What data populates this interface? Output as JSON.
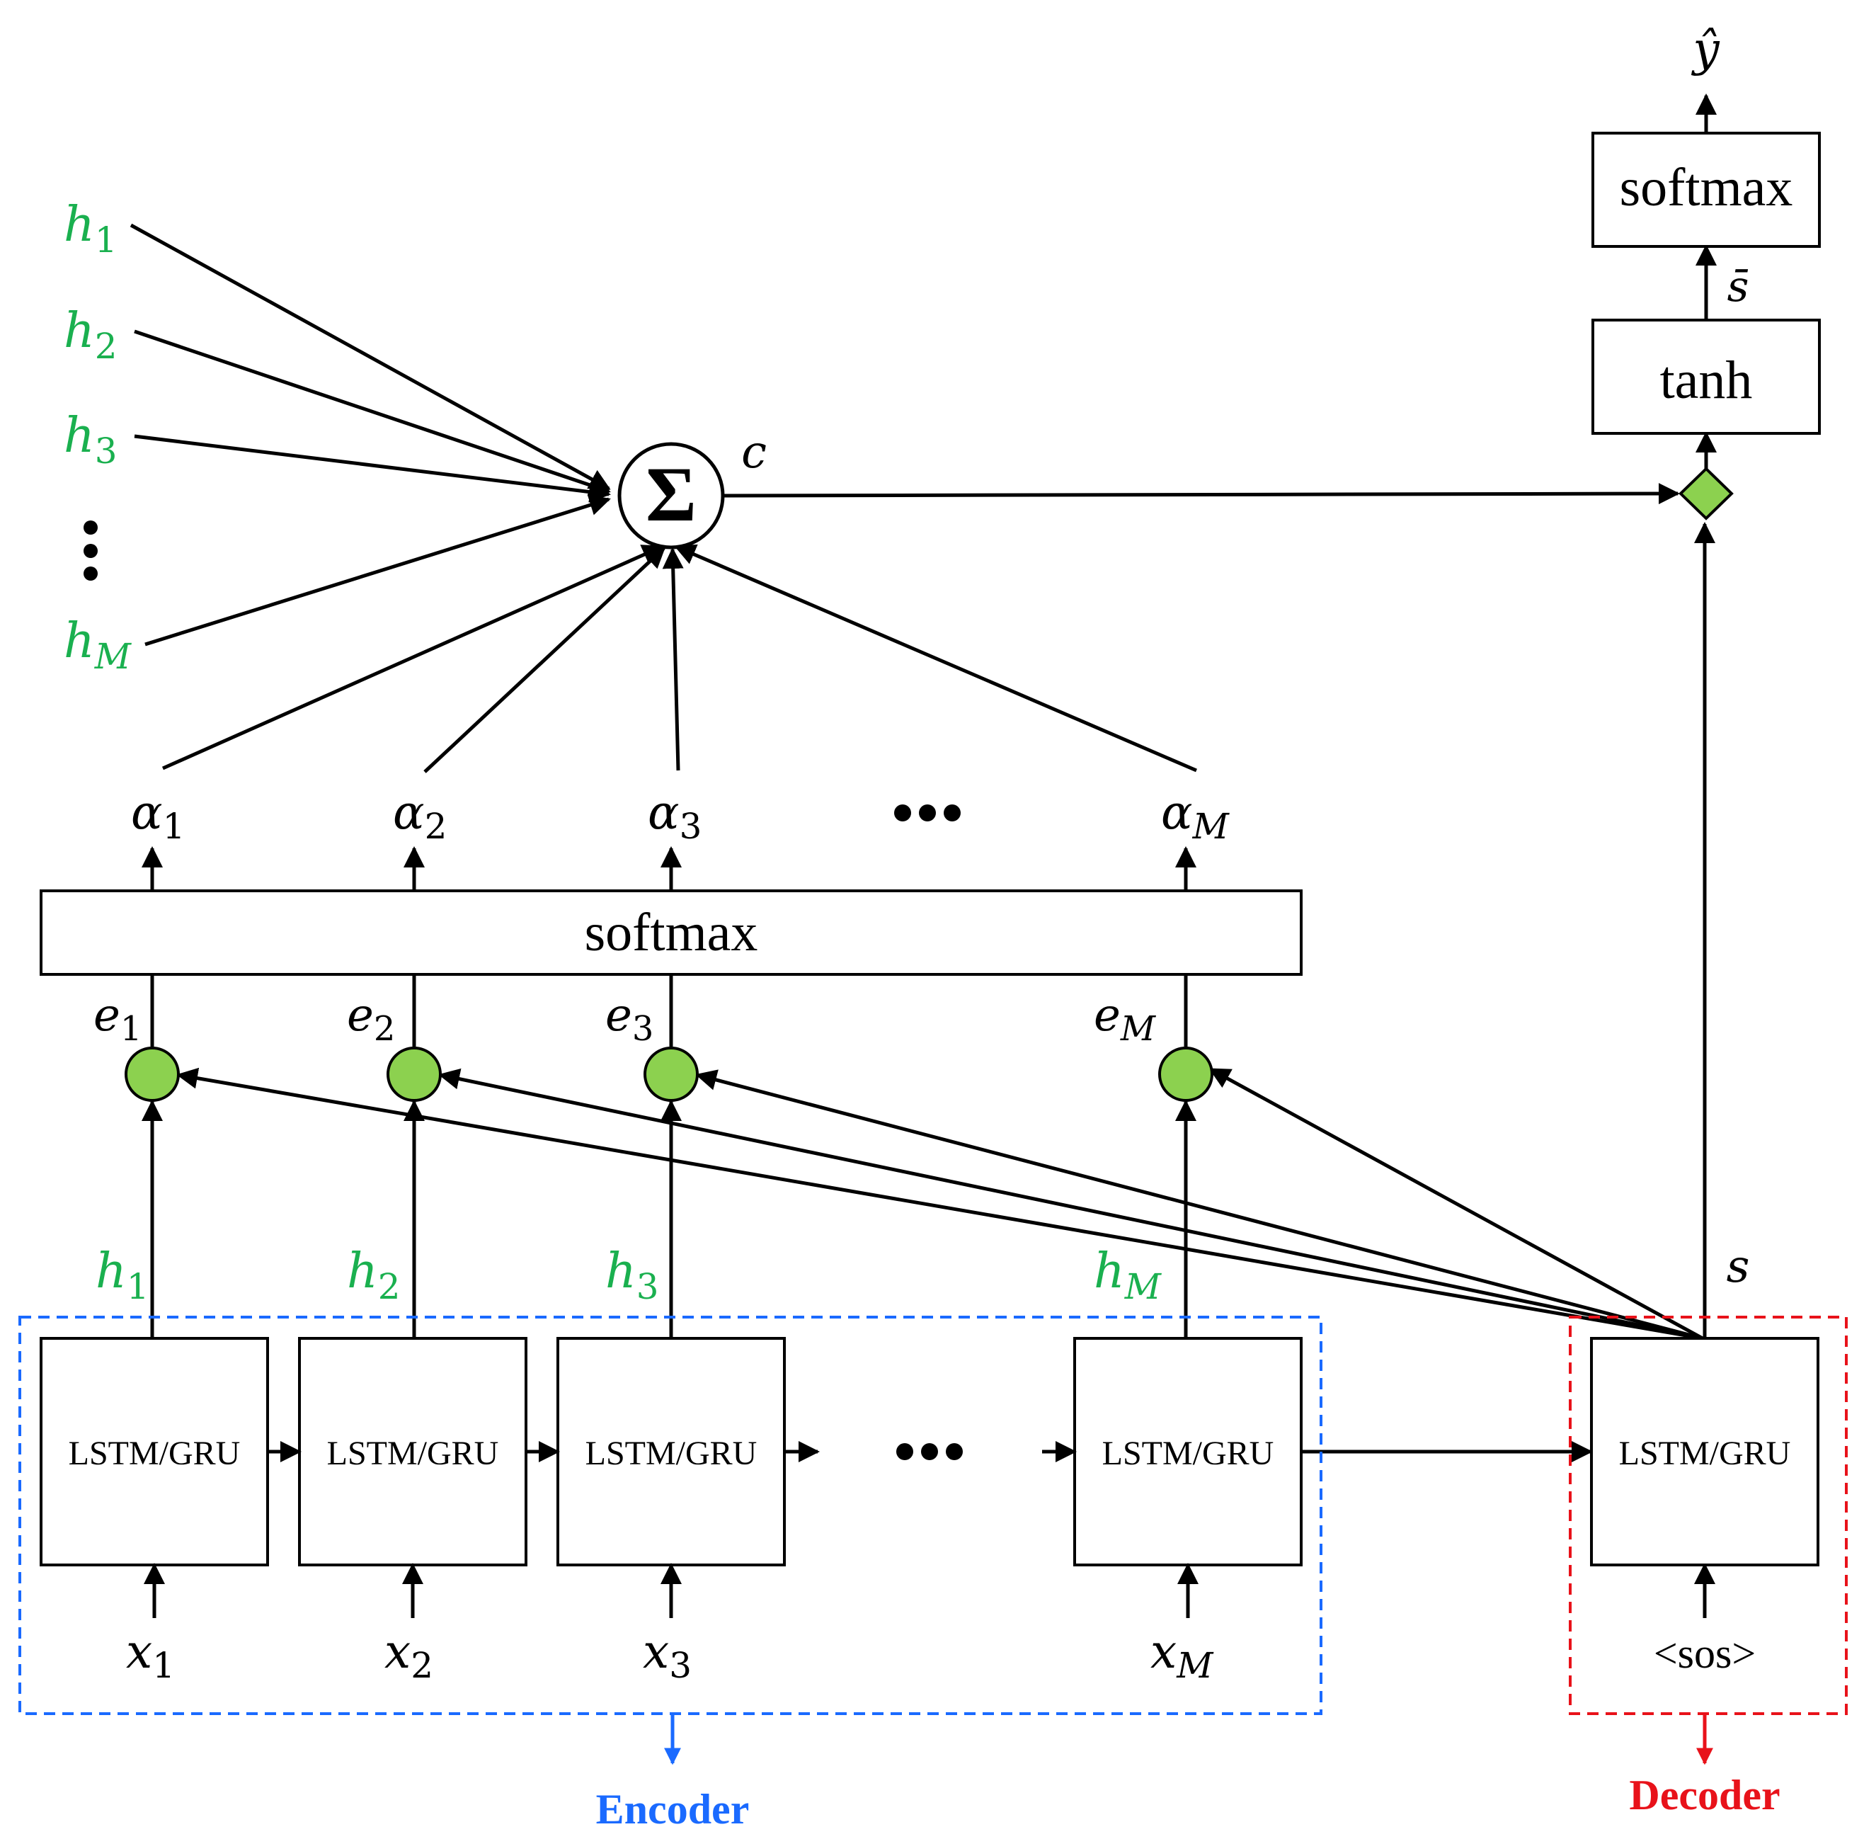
{
  "colors": {
    "hidden_label": "#1ab04f",
    "node_fill": "#8cd14f",
    "encoder": "#1a6aff",
    "decoder": "#e8121a"
  },
  "hidden_states": [
    {
      "base": "h",
      "sub": "1"
    },
    {
      "base": "h",
      "sub": "2"
    },
    {
      "base": "h",
      "sub": "3"
    },
    {
      "base": "h",
      "sub": "M"
    }
  ],
  "vertical_dots": "⋮",
  "sum_symbol": "Σ",
  "context_label": "c",
  "alphas": [
    {
      "base": "α",
      "sub": "1"
    },
    {
      "base": "α",
      "sub": "2"
    },
    {
      "base": "α",
      "sub": "3"
    },
    {
      "base": "α",
      "sub": "M"
    }
  ],
  "ellipsis": "•••",
  "softmax_attention": "softmax",
  "energies": [
    {
      "base": "e",
      "sub": "1"
    },
    {
      "base": "e",
      "sub": "2"
    },
    {
      "base": "e",
      "sub": "3"
    },
    {
      "base": "e",
      "sub": "M"
    }
  ],
  "encoder_hidden": [
    {
      "base": "h",
      "sub": "1"
    },
    {
      "base": "h",
      "sub": "2"
    },
    {
      "base": "h",
      "sub": "3"
    },
    {
      "base": "h",
      "sub": "M"
    }
  ],
  "cell_label": "LSTM/GRU",
  "inputs": [
    {
      "base": "x",
      "sub": "1"
    },
    {
      "base": "x",
      "sub": "2"
    },
    {
      "base": "x",
      "sub": "3"
    },
    {
      "base": "x",
      "sub": "M"
    }
  ],
  "sos": "<sos>",
  "decoder_state": "s",
  "s_bar": "s̄",
  "tanh": "tanh",
  "softmax_output": "softmax",
  "y_hat": "ŷ",
  "encoder_label": "Encoder",
  "decoder_label": "Decoder"
}
